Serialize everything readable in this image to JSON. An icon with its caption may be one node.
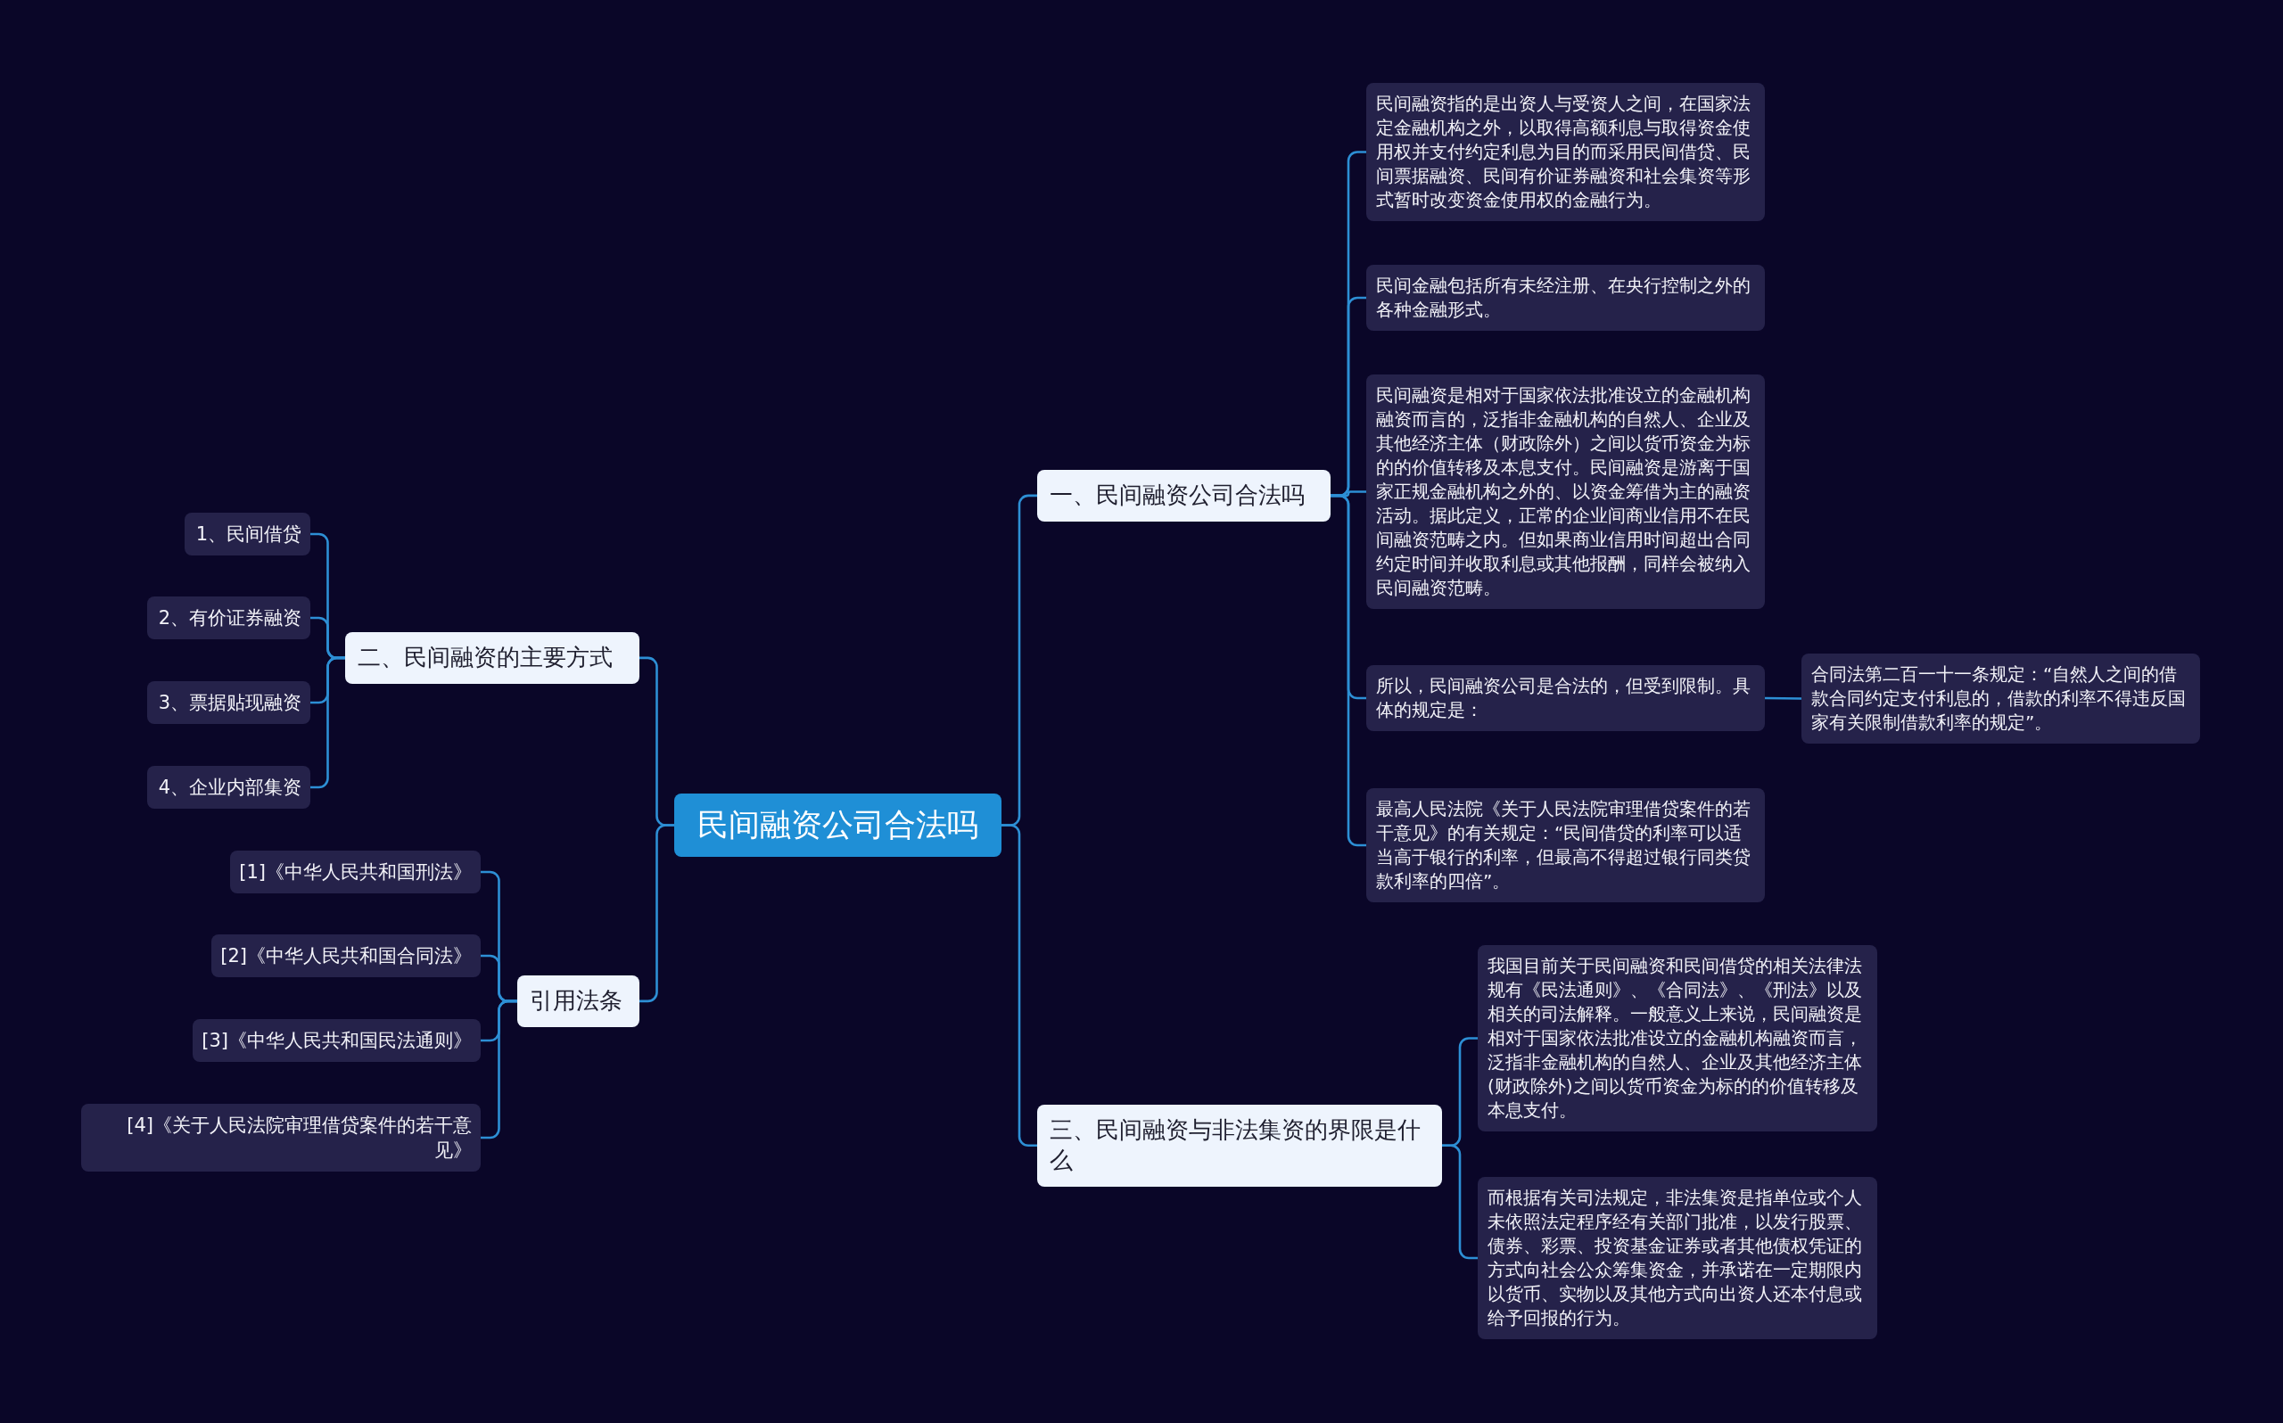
{
  "diagram": {
    "nodes": [
      {
        "text": [
          "民间融资公司合法吗"
        ]
      },
      {
        "text": [
          "一、民间融资公司合法吗"
        ]
      },
      {
        "text": [
          "民间融资指的是出资人与受资人之间，在国家法定金融机构之外，以取得高额利息与取得资金使用权并支付约定利息为目的而采用民间借贷、民间票据融资、民间有价证券融资和社会集资等形式暂时改变资金使用权的金融行为。"
        ]
      },
      {
        "text": [
          "民间金融包括所有未经注册、在央行控制之外的各种金融形式。"
        ]
      },
      {
        "text": [
          "民间融资是相对于国家依法批准设立的金融机构融资而言的，泛指非金融机构的自然人、企业及其他经济主体（财政除外）之间以货币资金为标的的价值转移及本息支付。民间融资是游离于国家正规金融机构之外的、以资金筹借为主的融资活动。据此定义，正常的企业间商业信用不在民间融资范畴之内。但如果商业信用时间超出合同约定时间并收取利息或其他报酬，同样会被纳入民间融资范畴。"
        ]
      },
      {
        "text": [
          "所以，民间融资公司是合法的，但受到限制。具体的规定是："
        ]
      },
      {
        "text": [
          "合同法第二百一十一条规定：“自然人之间的借款合同约定支付利息的，借款的利率不得违反国家有关限制借款利率的规定”。"
        ]
      },
      {
        "text": [
          "最高人民法院《关于人民法院审理借贷案件的若干意见》的有关规定：“民间借贷的利率可以适当高于银行的利率，但最高不得超过银行同类贷款利率的四倍”。"
        ]
      },
      {
        "text": [
          "三、民间融资与非法集资的界限是什么"
        ]
      },
      {
        "text": [
          "我国目前关于民间融资和民间借贷的相关法律法规有《民法通则》、《合同法》、《刑法》以及相关的司法解释。一般意义上来说，民间融资是相对于国家依法批准设立的金融机构融资而言，泛指非金融机构的自然人、企业及其他经济主体(财政除外)之间以货币资金为标的的价值转移及本息支付。"
        ]
      },
      {
        "text": [
          "而根据有关司法规定，非法集资是指单位或个人未依照法定程序经有关部门批准，以发行股票、债券、彩票、投资基金证券或者其他债权凭证的方式向社会公众筹集资金，并承诺在一定期限内以货币、实物以及其他方式向出资人还本付息或给予回报的行为。"
        ]
      },
      {
        "text": [
          "二、民间融资的主要方式"
        ]
      },
      {
        "text": [
          "1、民间借贷"
        ]
      },
      {
        "text": [
          "2、有价证券融资"
        ]
      },
      {
        "text": [
          "3、票据贴现融资"
        ]
      },
      {
        "text": [
          "4、企业内部集资"
        ]
      },
      {
        "text": [
          "引用法条"
        ]
      },
      {
        "text": [
          "[1]《中华人民共和国刑法》"
        ]
      },
      {
        "text": [
          "[2]《中华人民共和国合同法》"
        ]
      },
      {
        "text": [
          "[3]《中华人民共和国民法通则》"
        ]
      },
      {
        "text": [
          "[4]《关于人民法院审理借贷案件的若干意见》"
        ]
      }
    ],
    "edges": [
      {
        "from": 0,
        "to": 1,
        "arrow": "none"
      },
      {
        "from": 1,
        "to": 2,
        "arrow": "none"
      },
      {
        "from": 1,
        "to": 3,
        "arrow": "none"
      },
      {
        "from": 1,
        "to": 4,
        "arrow": "none"
      },
      {
        "from": 1,
        "to": 5,
        "arrow": "none"
      },
      {
        "from": 5,
        "to": 6,
        "arrow": "none"
      },
      {
        "from": 1,
        "to": 7,
        "arrow": "none"
      },
      {
        "from": 0,
        "to": 8,
        "arrow": "none"
      },
      {
        "from": 8,
        "to": 9,
        "arrow": "none"
      },
      {
        "from": 8,
        "to": 10,
        "arrow": "none"
      },
      {
        "from": 0,
        "to": 11,
        "arrow": "none"
      },
      {
        "from": 11,
        "to": 12,
        "arrow": "none"
      },
      {
        "from": 11,
        "to": 13,
        "arrow": "none"
      },
      {
        "from": 11,
        "to": 14,
        "arrow": "none"
      },
      {
        "from": 11,
        "to": 15,
        "arrow": "none"
      },
      {
        "from": 0,
        "to": 16,
        "arrow": "none"
      },
      {
        "from": 16,
        "to": 17,
        "arrow": "none"
      },
      {
        "from": 16,
        "to": 18,
        "arrow": "none"
      },
      {
        "from": 16,
        "to": 19,
        "arrow": "none"
      },
      {
        "from": 16,
        "to": 20,
        "arrow": "none"
      }
    ]
  }
}
